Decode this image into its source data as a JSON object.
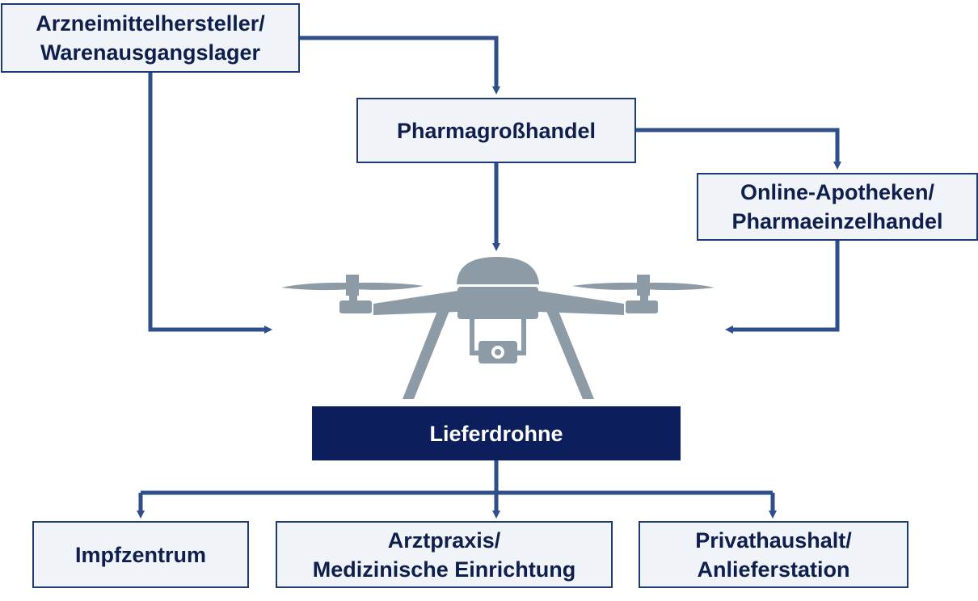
{
  "nodes": {
    "manufacturer": {
      "lines": [
        "Arzneimittelhersteller/",
        "Warenausgangslager"
      ]
    },
    "wholesale": {
      "lines": [
        "Pharmagroßhandel"
      ]
    },
    "online_pharmacy": {
      "lines": [
        "Online-Apotheken/",
        "Pharmaeinzelhandel"
      ]
    },
    "drone": {
      "lines": [
        "Lieferdrohne"
      ]
    },
    "vaccination_center": {
      "lines": [
        "Impfzentrum"
      ]
    },
    "medical_practice": {
      "lines": [
        "Arztpraxis/",
        "Medizinische Einrichtung"
      ]
    },
    "household": {
      "lines": [
        "Privathaushalt/",
        "Anlieferstation"
      ]
    }
  },
  "colors": {
    "arrow": "#2e4f8a",
    "box_border": "#1e3a73",
    "box_fill": "#f0f3f7",
    "dark_box": "#0c1f5c",
    "text": "#0e1f4d",
    "drone": "#8d9ba6"
  },
  "icons": {
    "drone": "quadcopter-drone-icon"
  }
}
